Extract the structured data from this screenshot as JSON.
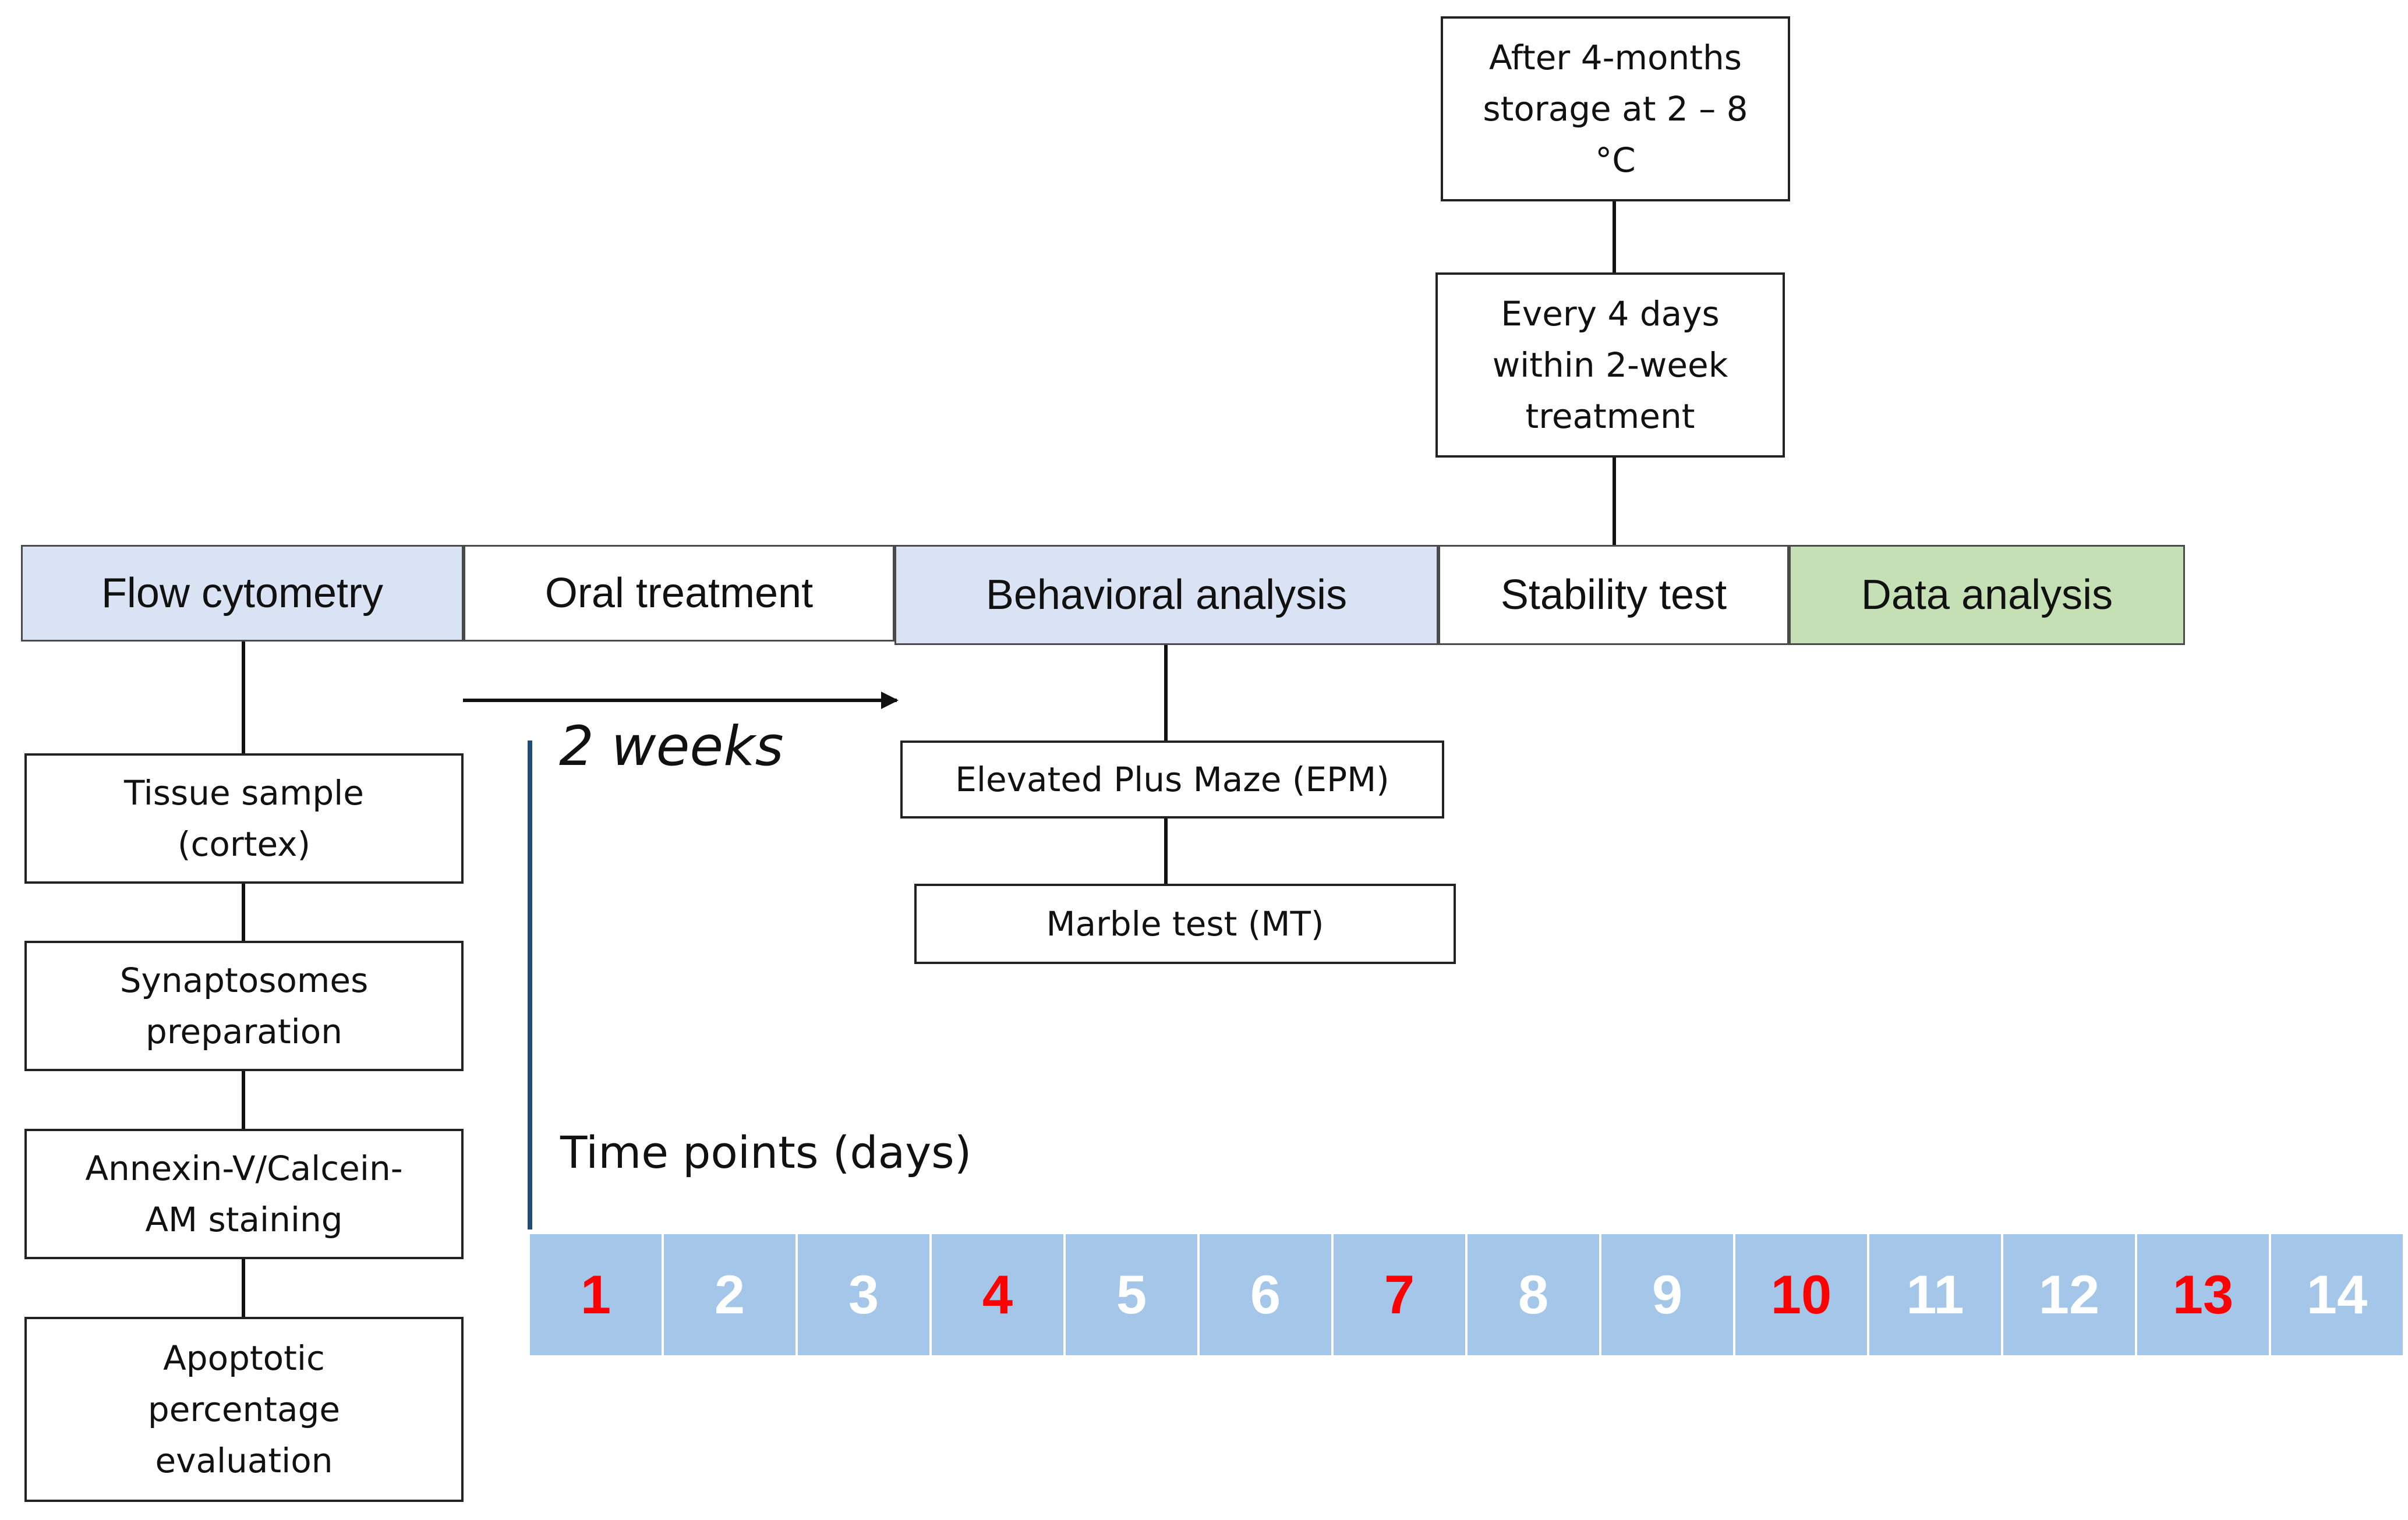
{
  "colors": {
    "phase_blue": "#dae3f3",
    "phase_white": "#ffffff",
    "phase_green": "#c5e0b4",
    "day_fill": "#a4c6e9",
    "day_text": "#ffffff",
    "day_highlight_text": "#ff0000",
    "timeline_line": "#1f4e79"
  },
  "stability": {
    "storage_box": "After 4-months\nstorage at 2 – 8\n°C",
    "schedule_box": "Every 4 days\nwithin 2-week\ntreatment"
  },
  "phases": [
    {
      "label": "Flow cytometry",
      "fill": "#dae3f3"
    },
    {
      "label": "Oral treatment",
      "fill": "#ffffff"
    },
    {
      "label": "Behavioral analysis",
      "fill": "#dae3f3"
    },
    {
      "label": "Stability test",
      "fill": "#ffffff"
    },
    {
      "label": "Data analysis",
      "fill": "#c5e0b4"
    }
  ],
  "duration_label": "2 weeks",
  "flow_steps": [
    "Tissue sample\n(cortex)",
    "Synaptosomes\npreparation",
    "Annexin-V/Calcein-\nAM staining",
    "Apoptotic\npercentage\nevaluation"
  ],
  "behavior_tests": [
    "Elevated Plus Maze (EPM)",
    "Marble test (MT)"
  ],
  "timeline": {
    "title": "Time points (days)",
    "days": [
      {
        "label": "1",
        "highlight": true
      },
      {
        "label": "2",
        "highlight": false
      },
      {
        "label": "3",
        "highlight": false
      },
      {
        "label": "4",
        "highlight": true
      },
      {
        "label": "5",
        "highlight": false
      },
      {
        "label": "6",
        "highlight": false
      },
      {
        "label": "7",
        "highlight": true
      },
      {
        "label": "8",
        "highlight": false
      },
      {
        "label": "9",
        "highlight": false
      },
      {
        "label": "10",
        "highlight": true
      },
      {
        "label": "11",
        "highlight": false
      },
      {
        "label": "12",
        "highlight": false
      },
      {
        "label": "13",
        "highlight": true
      },
      {
        "label": "14",
        "highlight": false
      }
    ]
  }
}
